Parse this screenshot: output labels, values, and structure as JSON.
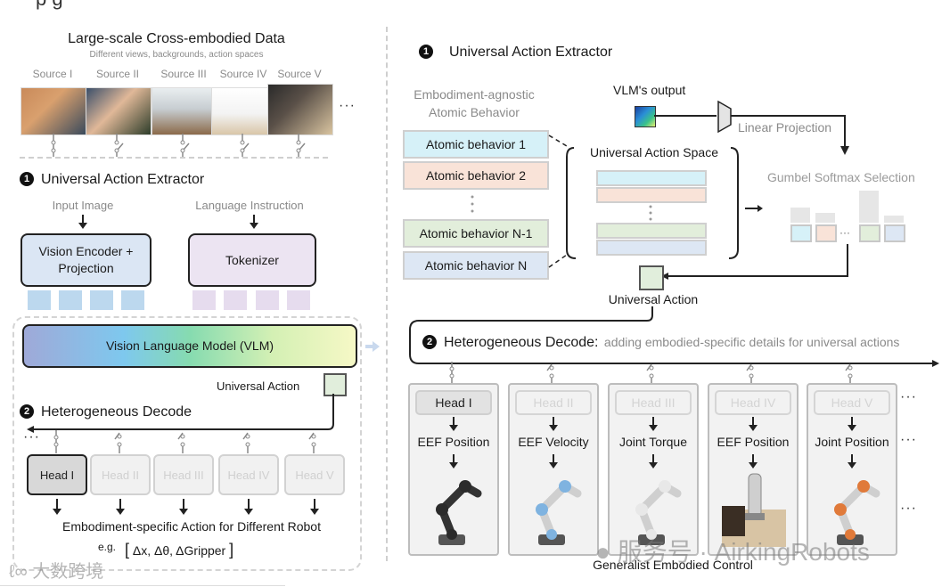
{
  "top_fragment": "p   g",
  "left": {
    "data_title": "Large-scale Cross-embodied Data",
    "data_subtitle": "Different views, backgrounds, action spaces",
    "sources": [
      "Source I",
      "Source II",
      "Source III",
      "Source IV",
      "Source V"
    ],
    "ellipsis": "···",
    "extractor_badge": "1",
    "extractor_title": "Universal Action Extractor",
    "input_image_label": "Input Image",
    "language_instruction_label": "Language Instruction",
    "vision_encoder_label": "Vision Encoder + Projection",
    "tokenizer_label": "Tokenizer",
    "vlm_label": "Vision Language Model (VLM)",
    "universal_action_label": "Universal Action",
    "decode_badge": "2",
    "decode_title": "Heterogeneous Decode",
    "heads": [
      "Head I",
      "Head II",
      "Head III",
      "Head IV",
      "Head V"
    ],
    "active_head_index": 0,
    "output_caption": "Embodiment-specific Action for Different Robot",
    "example_prefix": "e.g.",
    "example_value": "Δx, Δθ, ΔGripper",
    "colors": {
      "vision_tokens": "#bcd8ee",
      "language_tokens": "#e6dcee",
      "vision_box": "#dbe6f4",
      "tokenizer_box": "#ece4f2",
      "universal_action": "#e1eedc"
    }
  },
  "right": {
    "extractor_badge": "1",
    "extractor_title": "Universal Action Extractor",
    "atomic_header_line1": "Embodiment-agnostic",
    "atomic_header_line2": "Atomic Behavior",
    "atomic_behaviors": [
      {
        "label": "Atomic behavior 1",
        "color": "#d6f1f8"
      },
      {
        "label": "Atomic behavior 2",
        "color": "#f9e3d8"
      },
      {
        "label": "Atomic behavior N-1",
        "color": "#e2eedb"
      },
      {
        "label": "Atomic behavior N",
        "color": "#dde7f4"
      }
    ],
    "vlm_output_label": "VLM's output",
    "linear_projection_label": "Linear Projection",
    "universal_action_space_label": "Universal Action Space",
    "gumbel_label": "Gumbel Softmax Selection",
    "gumbel_weights": [
      0.45,
      0.3,
      0.95,
      0.2
    ],
    "universal_action_label": "Universal Action",
    "decode_badge": "2",
    "decode_title": "Heterogeneous Decode:",
    "decode_subtitle": "adding embodied-specific details for universal actions",
    "cards": [
      {
        "head": "Head I",
        "action": "EEF Position",
        "active": true
      },
      {
        "head": "Head II",
        "action": "EEF Velocity",
        "active": false
      },
      {
        "head": "Head III",
        "action": "Joint Torque",
        "active": false
      },
      {
        "head": "Head IV",
        "action": "EEF Position",
        "active": false
      },
      {
        "head": "Head V",
        "action": "Joint Position",
        "active": false
      }
    ],
    "ellipsis": "···",
    "footer_caption": "Generalist Embodied Control"
  },
  "watermarks": {
    "left": "大数跨境",
    "right": "服务号 · AirkingRobots"
  }
}
